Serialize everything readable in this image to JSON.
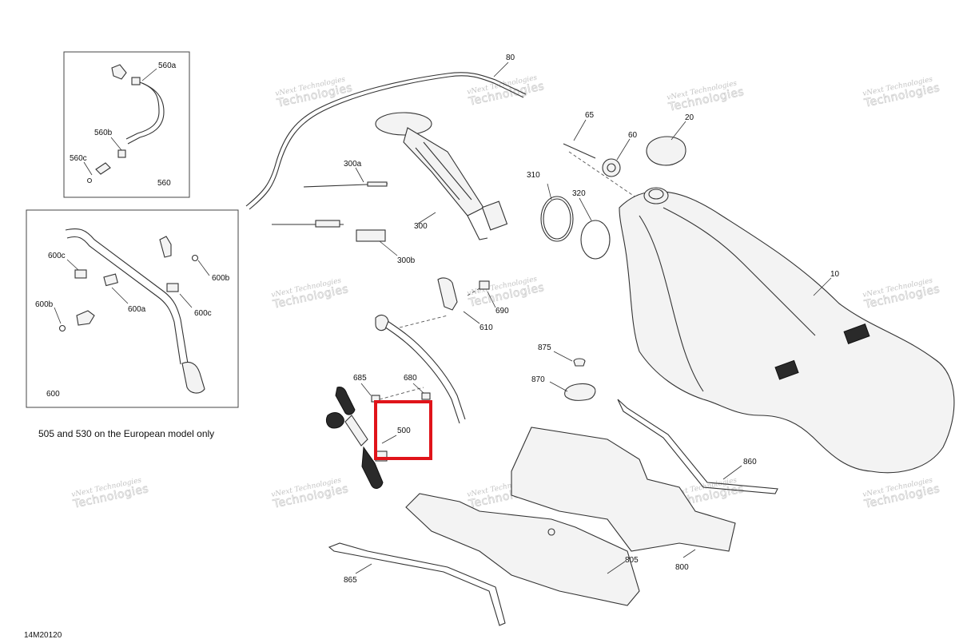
{
  "drawing_id": "14M20120",
  "note": "505 and 530 on the European model only",
  "watermark": {
    "line1": "vNext Technologies",
    "line2": "Technologies"
  },
  "highlight": {
    "part": "500",
    "color": "#e0141a"
  },
  "callouts": {
    "c560a": "560a",
    "c560b": "560b",
    "c560c": "560c",
    "c560": "560",
    "c600c_a": "600c",
    "c600b_a": "600b",
    "c600a": "600a",
    "c600b_b": "600b",
    "c600c_b": "600c",
    "c600": "600",
    "c80": "80",
    "c65": "65",
    "c60": "60",
    "c20": "20",
    "c300a": "300a",
    "c300": "300",
    "c300b": "300b",
    "c310": "310",
    "c320": "320",
    "c10": "10",
    "c690": "690",
    "c610": "610",
    "c685": "685",
    "c680": "680",
    "c500": "500",
    "c875": "875",
    "c870": "870",
    "c860": "860",
    "c805": "805",
    "c800": "800",
    "c865": "865"
  }
}
